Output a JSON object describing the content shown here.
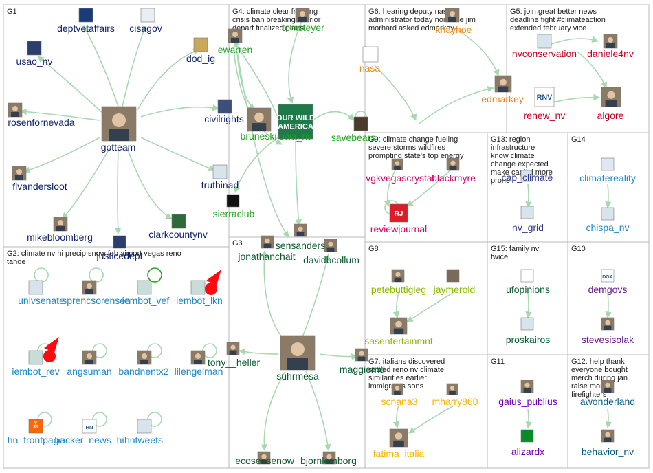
{
  "colors": {
    "edge": "#a8d8b0",
    "G1": "#0d1f6b",
    "G2": "#1f88c8",
    "G3": "#0b5a2e",
    "G4": "#21a321",
    "G5": "#c4001c",
    "G6": "#e88a1c",
    "G7": "#f0b400",
    "G8": "#8ab800",
    "G9": "#d6006e",
    "G10": "#62147e",
    "G11": "#6a00b8",
    "G12": "#0a5e7e",
    "G13": "#2f3b8a",
    "G14": "#1f88c8",
    "G15": "#0b5a2e",
    "alert": "#ff0a10"
  },
  "groups": {
    "G1": {
      "label": "G1"
    },
    "G2": {
      "label": "G2: climate nv hi precip snow feb airport vegas reno tahoe"
    },
    "G3": {
      "label": "G3"
    },
    "G4": {
      "label": "G4: climate clear fracking crisis ban breaking interior depart finalized plans"
    },
    "G5": {
      "label": "G5: join great better news deadline fight #climateaction extended february vice"
    },
    "G6": {
      "label": "G6: hearing deputy nasa administrator today nominee jim morhard asked edmarkey"
    },
    "G7": {
      "label": "G7: italians discovered settled reno nv climate similarities earlier immigrants sons"
    },
    "G8": {
      "label": "G8"
    },
    "G9": {
      "label": "G9: climate change fueling severe storms wildfires prompting state's top energy"
    },
    "G10": {
      "label": "G10"
    },
    "G11": {
      "label": "G11"
    },
    "G12": {
      "label": "G12: help thank everyone bought merch during jan raise money firefighters"
    },
    "G13": {
      "label": "G13: region infrastructure know climate change expected make capital more prone"
    },
    "G14": {
      "label": "G14"
    },
    "G15": {
      "label": "G15: family nv twice"
    }
  },
  "nodes": {
    "deptvetaffairs": {
      "label": "deptvetaffairs",
      "group": "G1",
      "icon": "va-logo-icon"
    },
    "cisagov": {
      "label": "cisagov",
      "group": "G1",
      "icon": "dhs-seal-icon"
    },
    "usao_nv": {
      "label": "usao_nv",
      "group": "G1",
      "icon": "doj-seal-icon"
    },
    "dod_ig": {
      "label": "dod_ig",
      "group": "G1",
      "icon": "dod-seal-icon"
    },
    "rosenfornevada": {
      "label": "rosenfornevada",
      "group": "G1",
      "icon": "portrait-icon"
    },
    "civilrights": {
      "label": "civilrights",
      "group": "G1",
      "icon": "seal-icon"
    },
    "gotteam": {
      "label": "gotteam",
      "group": "G1",
      "icon": "portrait-icon"
    },
    "flvandersloot": {
      "label": "flvandersloot",
      "group": "G1",
      "icon": "portrait-icon"
    },
    "truthinad": {
      "label": "truthinad",
      "group": "G1",
      "icon": "logo-icon"
    },
    "mikebloomberg": {
      "label": "mikebloomberg",
      "group": "G1",
      "icon": "portrait-icon"
    },
    "clarkcountynv": {
      "label": "clarkcountynv",
      "group": "G1",
      "icon": "county-seal-icon"
    },
    "justicedept": {
      "label": "justicedept",
      "group": "G1",
      "icon": "doj-seal-icon"
    },
    "unlvsenate": {
      "label": "unlvsenate",
      "group": "G2",
      "icon": "logo-icon"
    },
    "sprencsorensen": {
      "label": "sprencsorensen",
      "group": "G2",
      "icon": "portrait-icon"
    },
    "iembot_vef": {
      "label": "iembot_vef",
      "group": "G2",
      "icon": "bot-icon"
    },
    "iembot_lkn": {
      "label": "iembot_lkn",
      "group": "G2",
      "icon": "bot-icon"
    },
    "iembot_rev": {
      "label": "iembot_rev",
      "group": "G2",
      "icon": "bot-icon"
    },
    "angsuman": {
      "label": "angsuman",
      "group": "G2",
      "icon": "portrait-icon"
    },
    "bandnentx2": {
      "label": "bandnentx2",
      "group": "G2",
      "icon": "portrait-icon"
    },
    "lilengelman": {
      "label": "lilengelman",
      "group": "G2",
      "icon": "portrait-icon"
    },
    "hn_frontpage": {
      "label": "hn_frontpage",
      "group": "G2",
      "icon": "hn-y-logo-icon",
      "icon_text": "Y\n30"
    },
    "hacker_news_hi": {
      "label": "hacker_news_hi",
      "group": "G2",
      "icon": "hn-logo-icon",
      "icon_text": "HN"
    },
    "hntweets": {
      "label": "hntweets",
      "group": "G2",
      "icon": "logo-icon"
    },
    "jonathanchait": {
      "label": "jonathanchait",
      "group": "G3",
      "icon": "portrait-icon"
    },
    "sensanders": {
      "label": "sensanders",
      "group": "G3",
      "icon": "portrait-icon"
    },
    "davidbcollum": {
      "label": "davidbcollum",
      "group": "G3",
      "icon": "portrait-icon"
    },
    "tony__heller": {
      "label": "tony__heller",
      "group": "G3",
      "icon": "portrait-icon"
    },
    "suhrmesa": {
      "label": "suhrmesa",
      "group": "G3",
      "icon": "portrait-icon"
    },
    "maggiernd": {
      "label": "maggiernd",
      "group": "G3",
      "icon": "portrait-icon"
    },
    "ecosensenow": {
      "label": "ecosensenow",
      "group": "G3",
      "icon": "portrait-icon"
    },
    "bjornlomborg": {
      "label": "bjornlomborg",
      "group": "G3",
      "icon": "portrait-icon"
    },
    "tomsteyer": {
      "label": "tomsteyer",
      "group": "G4",
      "icon": "portrait-icon"
    },
    "ewarren": {
      "label": "ewarren",
      "group": "G4",
      "icon": "portrait-icon"
    },
    "bruneski": {
      "label": "bruneski",
      "group": "G4",
      "icon": "portrait-icon"
    },
    "owa_nv": {
      "label": "owa_nv",
      "group": "G4",
      "icon": "our-wild-america-logo-icon",
      "icon_text": "OUR WILD\nAMERICA"
    },
    "savebears": {
      "label": "savebears",
      "group": "G4",
      "icon": "bear-icon"
    },
    "sierraclub": {
      "label": "sierraclub",
      "group": "G4",
      "icon": "sierra-club-logo-icon"
    },
    "nasa": {
      "label": "nasa",
      "group": "G6",
      "icon": "nasa-logo-icon"
    },
    "khayhoe": {
      "label": "khayhoe",
      "group": "G6",
      "icon": "portrait-icon"
    },
    "edmarkey": {
      "label": "edmarkey",
      "group": "G6",
      "icon": "portrait-icon"
    },
    "nvconservation": {
      "label": "nvconservation",
      "group": "G5",
      "icon": "logo-icon"
    },
    "daniele4nv": {
      "label": "daniele4nv",
      "group": "G5",
      "icon": "portrait-icon"
    },
    "renew_nv": {
      "label": "renew_nv",
      "group": "G5",
      "icon": "renew-nv-logo-icon",
      "icon_text": "RNV"
    },
    "algore": {
      "label": "algore",
      "group": "G5",
      "icon": "portrait-icon"
    },
    "vgkvegascrystal": {
      "label": "vgkvegascrystal",
      "group": "G9",
      "icon": "portrait-icon"
    },
    "blackmyre": {
      "label": "blackmyre",
      "group": "G9",
      "icon": "portrait-icon"
    },
    "reviewjournal": {
      "label": "reviewjournal",
      "group": "G9",
      "icon": "rj-logo-icon",
      "icon_text": "RJ"
    },
    "cap_climate": {
      "label": "cap_climate",
      "group": "G13",
      "icon": "logo-icon"
    },
    "nv_grid": {
      "label": "nv_grid",
      "group": "G13",
      "icon": "logo-icon"
    },
    "climatereality": {
      "label": "climatereality",
      "group": "G14",
      "icon": "globe-icon"
    },
    "chispa_nv": {
      "label": "chispa_nv",
      "group": "G14",
      "icon": "logo-icon"
    },
    "petebuttigieg": {
      "label": "petebuttigieg",
      "group": "G8",
      "icon": "portrait-icon"
    },
    "jaymerold": {
      "label": "jaymerold",
      "group": "G8",
      "icon": "building-icon"
    },
    "sasentertainmnt": {
      "label": "sasentertainmnt",
      "group": "G8",
      "icon": "portrait-icon"
    },
    "ufopinions": {
      "label": "ufopinions",
      "group": "G15",
      "icon": "no-sign-icon"
    },
    "proskairos": {
      "label": "proskairos",
      "group": "G15",
      "icon": "logo-icon"
    },
    "demgovs": {
      "label": "demgovs",
      "group": "G10",
      "icon": "dga-logo-icon",
      "icon_text": "DGA"
    },
    "stevesisolak": {
      "label": "stevesisolak",
      "group": "G10",
      "icon": "portrait-icon"
    },
    "scnana3": {
      "label": "scnana3",
      "group": "G7",
      "icon": "portrait-icon"
    },
    "mharry860": {
      "label": "mharry860",
      "group": "G7",
      "icon": "portrait-icon"
    },
    "fatima_italia": {
      "label": "fatima_italia",
      "group": "G7",
      "icon": "portrait-icon"
    },
    "gaius_publius": {
      "label": "gaius_publius",
      "group": "G11",
      "icon": "portrait-icon"
    },
    "alizardx": {
      "label": "alizardx",
      "group": "G11",
      "icon": "lizard-icon"
    },
    "awonderland": {
      "label": "awonderland",
      "group": "G12",
      "icon": "portrait-icon"
    },
    "behavior_nv": {
      "label": "behavior_nv",
      "group": "G12",
      "icon": "portrait-icon"
    }
  }
}
